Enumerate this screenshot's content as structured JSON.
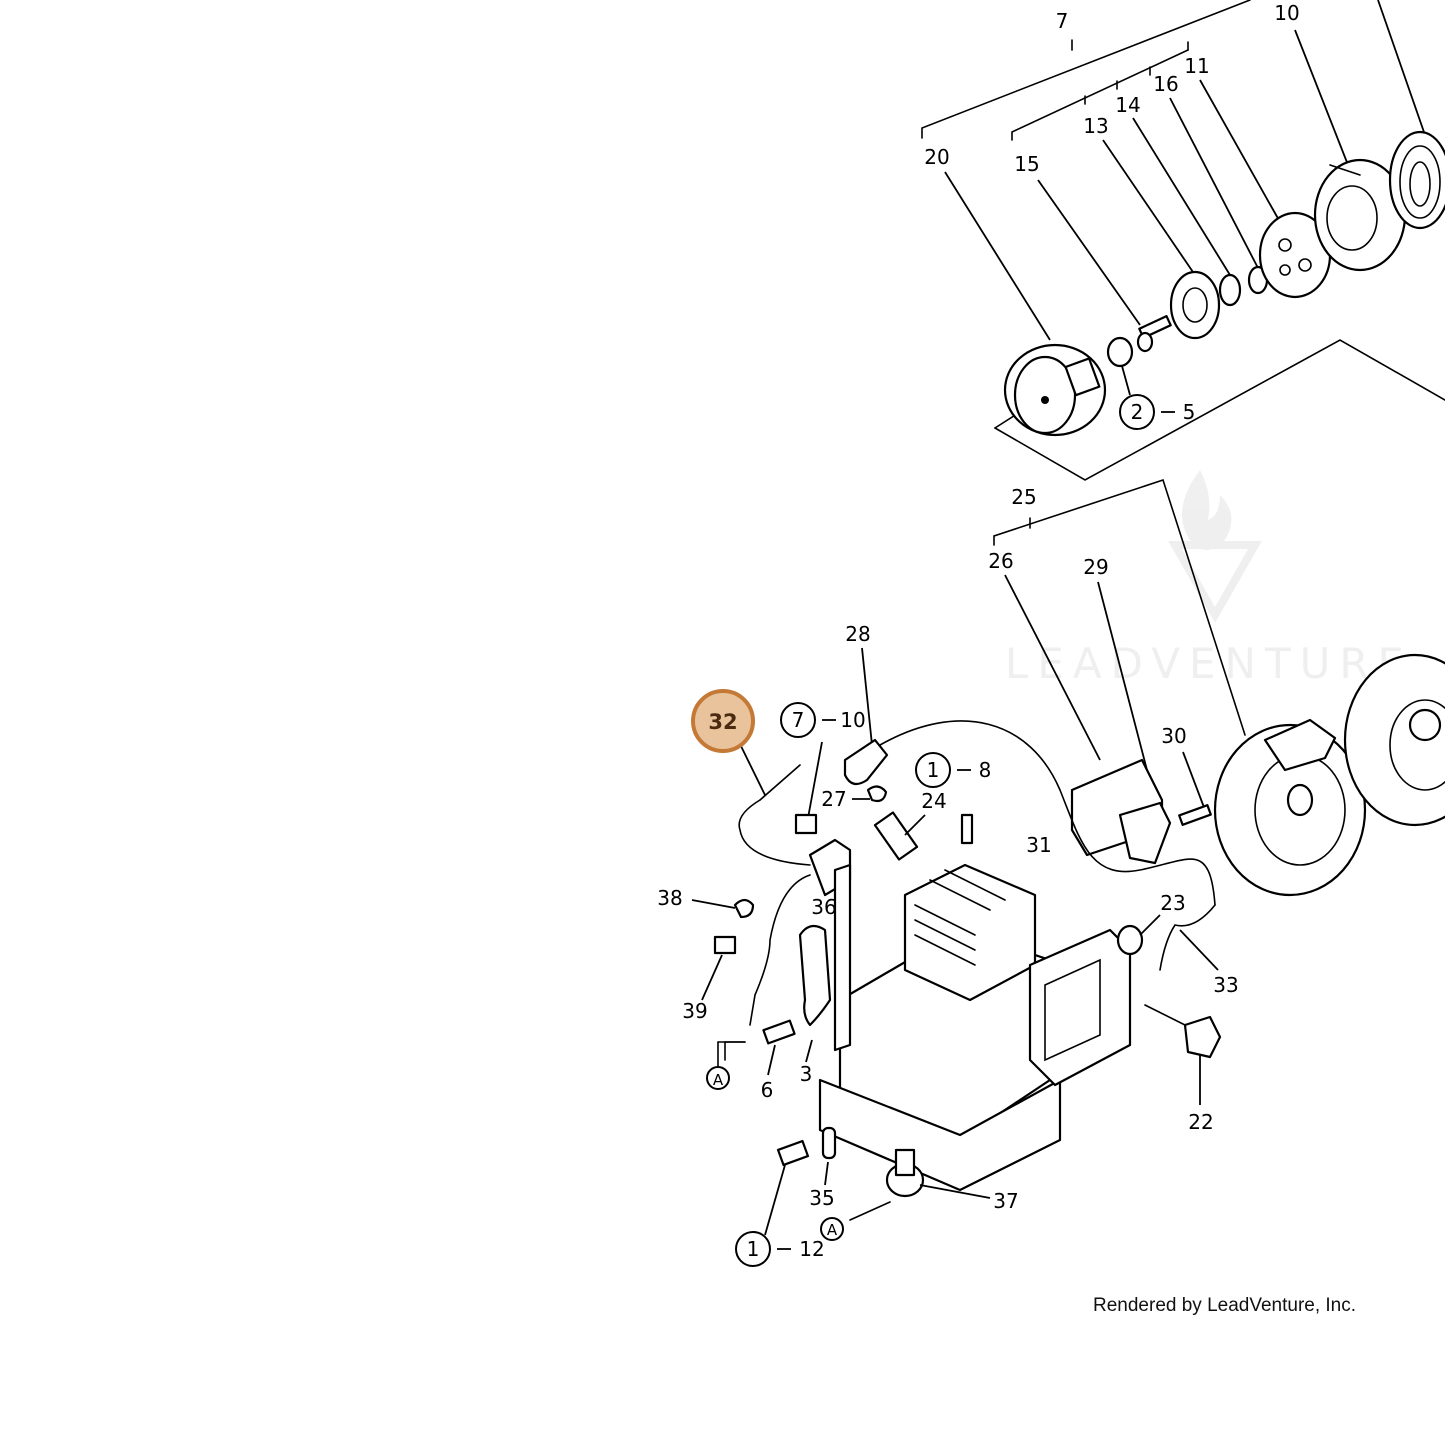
{
  "watermark": "LEADVENTURE",
  "credit": "Rendered by LeadVenture, Inc.",
  "highlight": {
    "label": "32",
    "color": "#e9c39c",
    "border": "#c47a36"
  },
  "callouts": [
    "7",
    "10",
    "11",
    "16",
    "14",
    "13",
    "15",
    "20",
    "2",
    "5",
    "25",
    "26",
    "29",
    "28",
    "30",
    "31",
    "27",
    "24",
    "1",
    "8",
    "36",
    "38",
    "39",
    "6",
    "3",
    "23",
    "33",
    "22",
    "35",
    "37",
    "12"
  ],
  "circled_refs": [
    "7",
    "1",
    "2",
    "1"
  ],
  "connectors": [
    "A",
    "A"
  ],
  "ranges": [
    "10",
    "8",
    "5",
    "12"
  ]
}
